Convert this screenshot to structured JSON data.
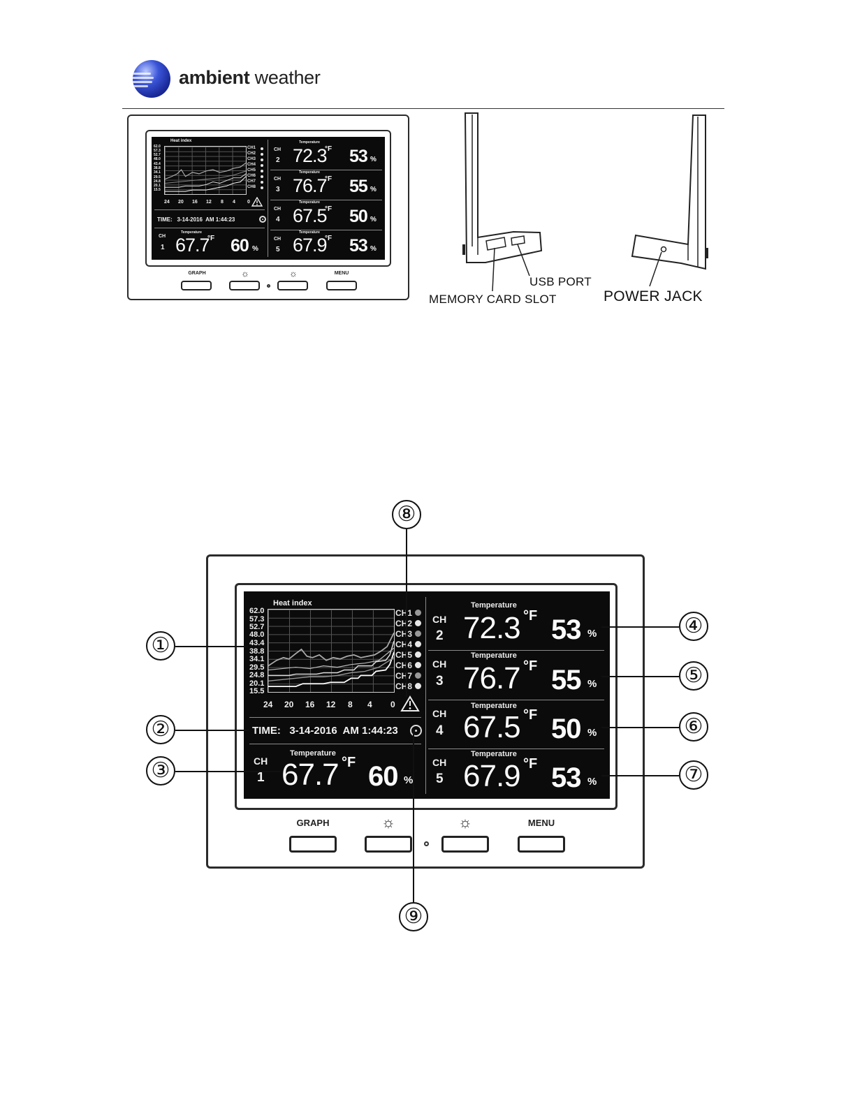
{
  "brand": {
    "name_bold": "ambient",
    "name_regular": " weather"
  },
  "display": {
    "graph": {
      "title": "Heat index",
      "y_ticks": [
        "62.0",
        "57.3",
        "52.7",
        "48.0",
        "43.4",
        "38.8",
        "34.1",
        "29.5",
        "24.8",
        "20.1",
        "15.5"
      ],
      "x_ticks": [
        "24",
        "20",
        "16",
        "12",
        "8",
        "4",
        "0"
      ],
      "legend": [
        "CH1",
        "CH2",
        "CH3",
        "CH4",
        "CH5",
        "CH6",
        "CH7",
        "CH8"
      ]
    },
    "time": {
      "label": "TIME:",
      "date": "3-14-2016",
      "ampm": "AM",
      "clock": "1:44:23"
    },
    "temperature_label": "Temperature",
    "ch_word": "CH",
    "temp_unit": "°F",
    "humidity_unit": "%",
    "channels": {
      "ch1": {
        "num": "1",
        "temp": "67.7",
        "hum": "60"
      },
      "ch2": {
        "num": "2",
        "temp": "72.3",
        "hum": "53"
      },
      "ch3": {
        "num": "3",
        "temp": "76.7",
        "hum": "55"
      },
      "ch4": {
        "num": "4",
        "temp": "67.5",
        "hum": "50"
      },
      "ch5": {
        "num": "5",
        "temp": "67.9",
        "hum": "53"
      }
    }
  },
  "buttons": {
    "graph": "GRAPH",
    "down": "☼",
    "up": "☼",
    "menu": "MENU"
  },
  "side_labels": {
    "memory_card_slot": "MEMORY CARD SLOT",
    "usb_port": "USB PORT",
    "power_jack": "POWER JACK"
  },
  "callouts": [
    "①",
    "②",
    "③",
    "④",
    "⑤",
    "⑥",
    "⑦",
    "⑧",
    "⑨"
  ]
}
